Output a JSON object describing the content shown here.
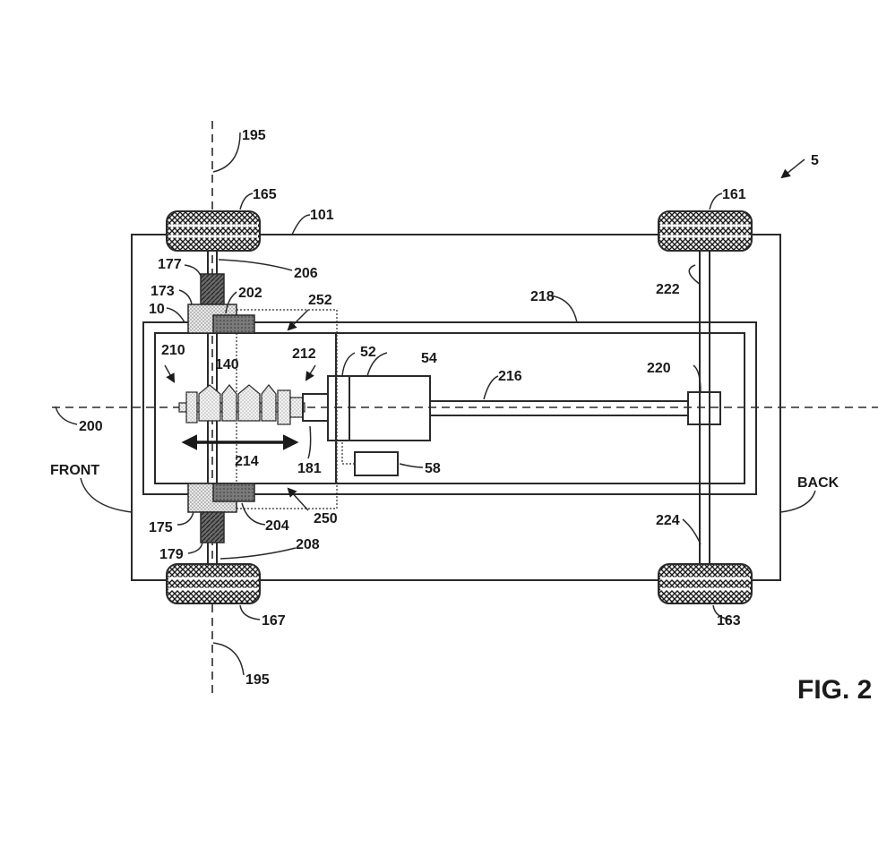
{
  "figure": {
    "title": "FIG. 2"
  },
  "directions": {
    "front": "FRONT",
    "back": "BACK"
  },
  "labels": {
    "l5": "5",
    "l10": "10",
    "l52": "52",
    "l54": "54",
    "l58": "58",
    "l101": "101",
    "l140": "140",
    "l161": "161",
    "l163": "163",
    "l165": "165",
    "l167": "167",
    "l173": "173",
    "l175": "175",
    "l177": "177",
    "l179": "179",
    "l181": "181",
    "l195_top": "195",
    "l195_bottom": "195",
    "l200": "200",
    "l202": "202",
    "l204": "204",
    "l206": "206",
    "l208": "208",
    "l210": "210",
    "l212": "212",
    "l214": "214",
    "l216": "216",
    "l218": "218",
    "l220": "220",
    "l222": "222",
    "l224": "224",
    "l250": "250",
    "l252": "252"
  }
}
